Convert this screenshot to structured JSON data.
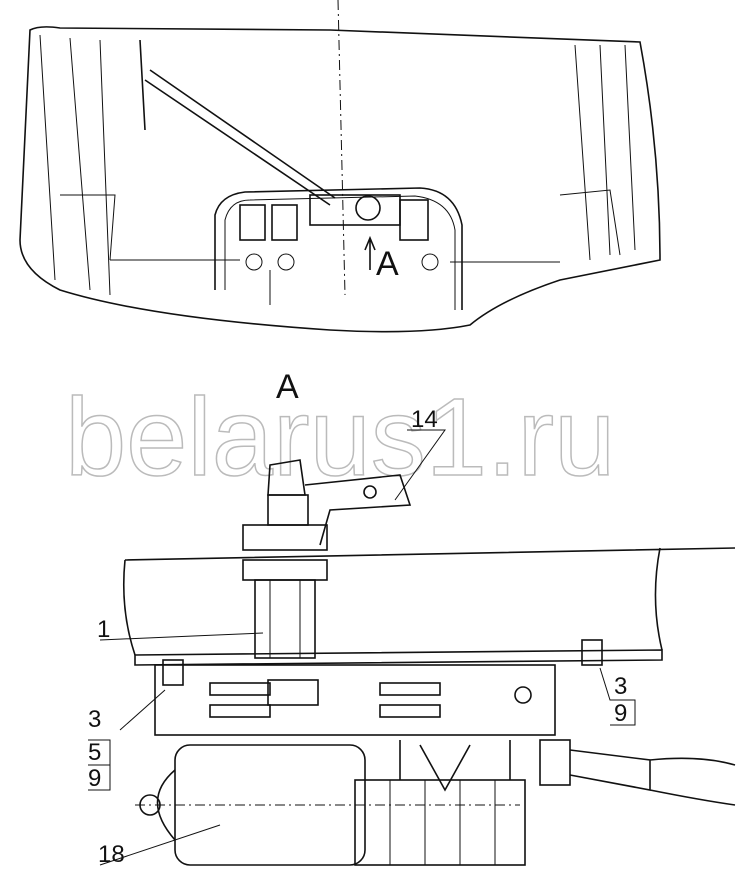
{
  "view_label_top": "A",
  "view_label_section": "A",
  "watermark": "belarus1.ru",
  "callouts": {
    "c1": "1",
    "c3_left": "3",
    "c5": "5",
    "c9_left": "9",
    "c3_right": "3",
    "c9_right": "9",
    "c14": "14",
    "c18": "18"
  }
}
